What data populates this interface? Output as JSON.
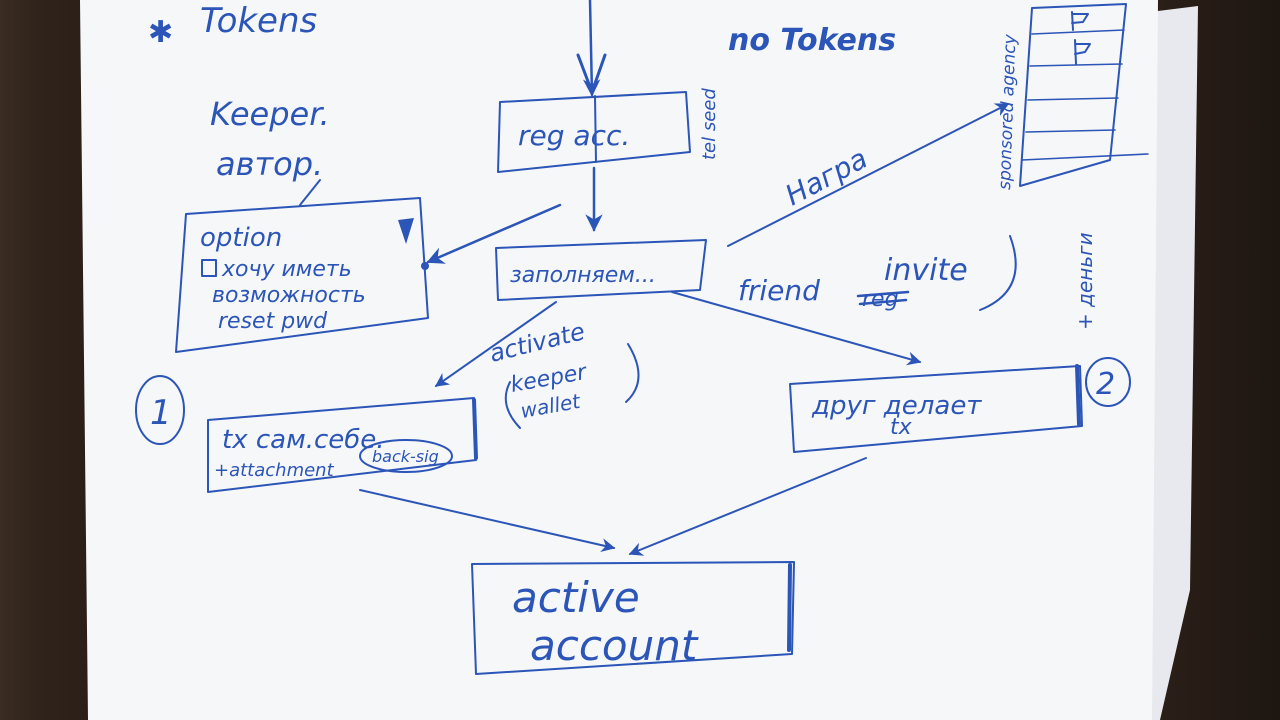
{
  "colors": {
    "ink": "#2c55b8",
    "paper": "#f6f7f9",
    "table": "#2b1f18"
  },
  "header": {
    "left_title": "Tokens",
    "right_title": "no Tokens"
  },
  "notes": {
    "keeper_line1": "Keeper.",
    "keeper_line2": "автор.",
    "tel_seed": "tel seed",
    "sponsored": "sponsored agency",
    "nagrug": "Награ",
    "plus_dengi": "+ деньги",
    "friend": "friend",
    "friend_struck": "reg",
    "invite": "invite",
    "activate_line1": "activate",
    "activate_line2": "keeper",
    "activate_line3": "wallet",
    "circle_one": "1",
    "circle_two": "2"
  },
  "boxes": {
    "reg_acc": "reg acc.",
    "zapolnyaem": "заполняем...",
    "option_title": "option",
    "option_line1": "хочу иметь",
    "option_line2": "возможность",
    "option_line3": "reset pwd",
    "tx_line1": "tx сам.себе.",
    "tx_line2": "+attachment",
    "tx_back": "back-sig",
    "friend_tx_line1": "друг делает",
    "friend_tx_line2": "tx",
    "active_line1": "active",
    "active_line2": "account"
  }
}
